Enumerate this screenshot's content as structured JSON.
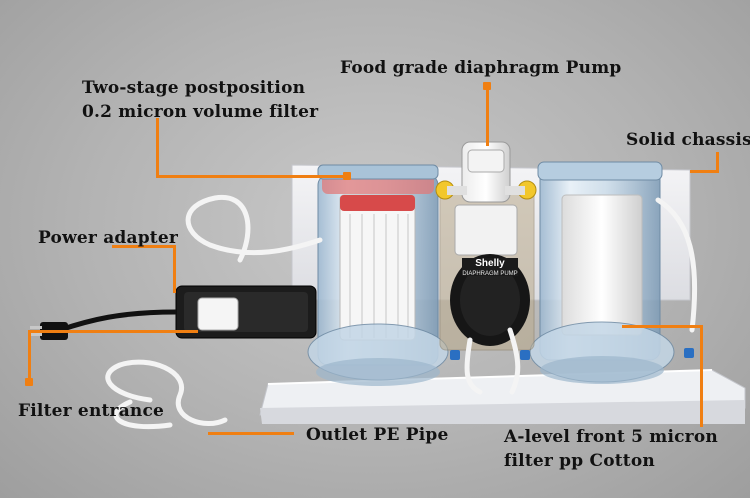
{
  "labels": {
    "postposition_filter_line1": "Two-stage postposition",
    "postposition_filter_line2": "0.2 micron volume filter",
    "pump": "Food grade diaphragm Pump",
    "chassis": "Solid chassis",
    "power_adapter": "Power adapter",
    "filter_entrance": "Filter entrance",
    "outlet_pipe": "Outlet PE Pipe",
    "front_filter_line1": "A-level front 5 micron",
    "front_filter_line2": "filter pp Cotton"
  },
  "pump_brand": {
    "name": "Shelly",
    "model": "DIAPHRAGM PUMP"
  },
  "colors": {
    "leader_lines": "#f07f12",
    "background": "#b3b3b3",
    "text": "#111111"
  }
}
